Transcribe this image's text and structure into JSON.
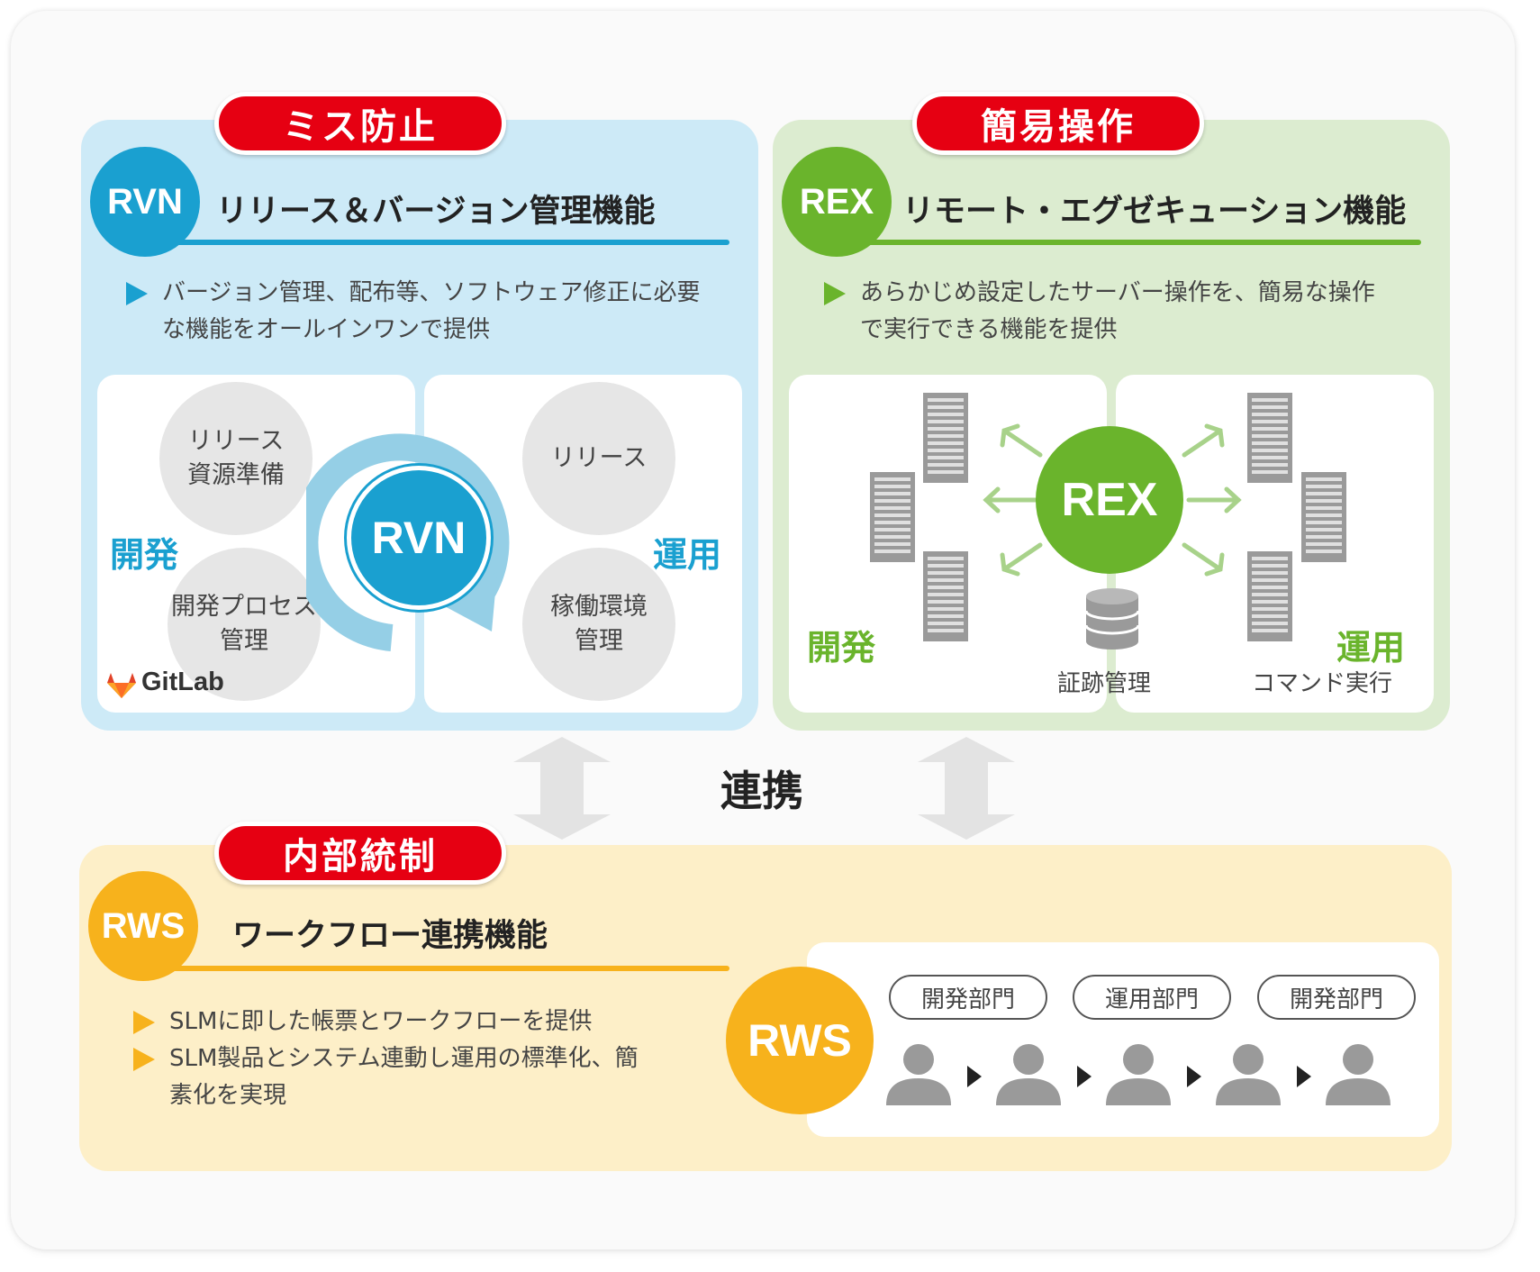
{
  "rvn": {
    "tag": "ミス防止",
    "logo": "RVN",
    "title": "リリース＆バージョン管理機能",
    "desc_line1": "バージョン管理、配布等、ソフトウェア修正に必要",
    "desc_line2": "な機能をオールインワンで提供",
    "center": "RVN",
    "dev_items": [
      {
        "l1": "リリース",
        "l2": "資源準備"
      },
      {
        "l1": "開発プロセス",
        "l2": "管理"
      }
    ],
    "ops_items": [
      {
        "l1": "リリース",
        "l2": ""
      },
      {
        "l1": "稼働環境",
        "l2": "管理"
      }
    ],
    "phase_dev": "開発",
    "phase_ops": "運用",
    "gitlab": "GitLab",
    "color": "#1aa0d0"
  },
  "rex": {
    "tag": "簡易操作",
    "logo": "REX",
    "title": "リモート・エグゼキューション機能",
    "desc_line1": "あらかじめ設定したサーバー操作を、簡易な操作",
    "desc_line2": "で実行できる機能を提供",
    "center": "REX",
    "phase_dev": "開発",
    "phase_ops": "運用",
    "label_db": "証跡管理",
    "label_cmd": "コマンド実行",
    "color": "#6ab42c"
  },
  "renkei": "連携",
  "rws": {
    "tag": "内部統制",
    "logo": "RWS",
    "title": "ワークフロー連携機能",
    "desc_line1": "SLMに即した帳票とワークフローを提供",
    "desc_line2": "SLM製品とシステム連動し運用の標準化、簡",
    "desc_line3": "素化を実現",
    "center": "RWS",
    "departments": [
      "開発部門",
      "運用部門",
      "開発部門"
    ],
    "color": "#f7b21c"
  },
  "icons": [
    "server-icon",
    "database-icon",
    "person-icon",
    "gitlab-fox-icon",
    "double-arrow-icon"
  ]
}
